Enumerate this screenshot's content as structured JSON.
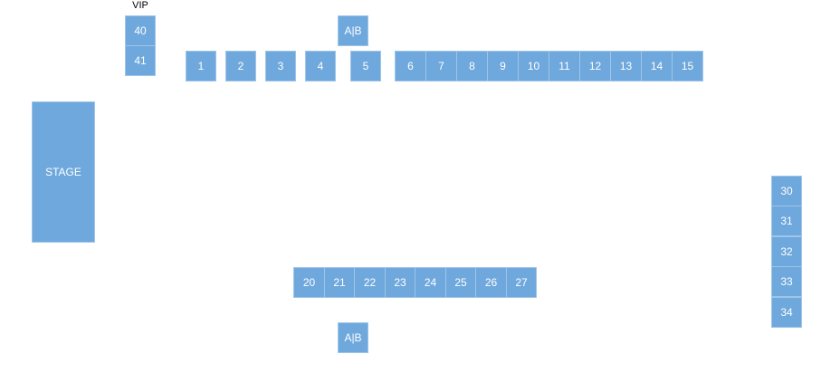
{
  "vip": {
    "label": "VIP",
    "tables": [
      "40",
      "41"
    ]
  },
  "stage": {
    "label": "STAGE"
  },
  "ab_top": "A|B",
  "ab_bottom": "A|B",
  "row_top_left": [
    "1",
    "2",
    "3",
    "4",
    "5"
  ],
  "row_top_right": [
    "6",
    "7",
    "8",
    "9",
    "10",
    "11",
    "12",
    "13",
    "14",
    "15"
  ],
  "row_bottom": [
    "20",
    "21",
    "22",
    "23",
    "24",
    "25",
    "26",
    "27"
  ],
  "column_right": [
    "30",
    "31",
    "32",
    "33",
    "34"
  ],
  "colors": {
    "table_fill": "#6fa8dc",
    "table_border": "#9fc5e8",
    "text": "#ffffff"
  }
}
